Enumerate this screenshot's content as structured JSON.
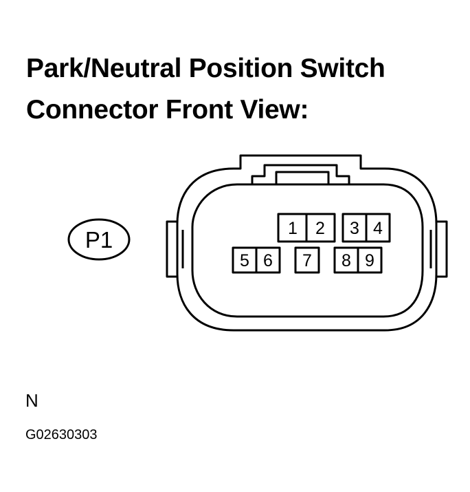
{
  "title": {
    "line1": "Park/Neutral Position Switch",
    "line2": "Connector Front View:"
  },
  "connector": {
    "ref": "P1",
    "pins": [
      "1",
      "2",
      "3",
      "4",
      "5",
      "6",
      "7",
      "8",
      "9"
    ]
  },
  "footer": {
    "view_letter": "N",
    "figure_code": "G02630303"
  }
}
